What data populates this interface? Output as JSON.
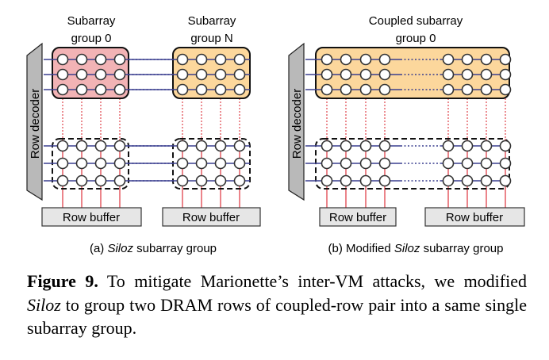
{
  "panel_a": {
    "group0_label_line1": "Subarray",
    "group0_label_line2": "group 0",
    "groupN_label_line1": "Subarray",
    "groupN_label_line2": "group N",
    "row_decoder": "Row decoder",
    "row_buffer_left": "Row buffer",
    "row_buffer_right": "Row buffer",
    "caption_prefix": "(a) ",
    "caption_italic": "Siloz",
    "caption_suffix": " subarray group"
  },
  "panel_b": {
    "group_label_line1": "Coupled subarray",
    "group_label_line2": "group 0",
    "row_decoder": "Row decoder",
    "row_buffer_left": "Row buffer",
    "row_buffer_right": "Row buffer",
    "caption_prefix": "(b) Modified ",
    "caption_italic": "Siloz",
    "caption_suffix": " subarray group"
  },
  "figure_caption": {
    "label": "Figure 9.",
    "text_1": " To mitigate Marionette’s inter-VM attacks, we modified ",
    "italic": "Siloz",
    "text_2": " to group two DRAM rows of coupled-row pair into a same single subarray group."
  },
  "colors": {
    "group0_fill": "#f2b3b5",
    "groupN_fill": "#fcd79c",
    "decoder_fill": "#b9b9b9",
    "row_buffer_fill": "#e6e6e6",
    "wordline": "#3a3f8f",
    "bitline_red": "#e0424a"
  }
}
